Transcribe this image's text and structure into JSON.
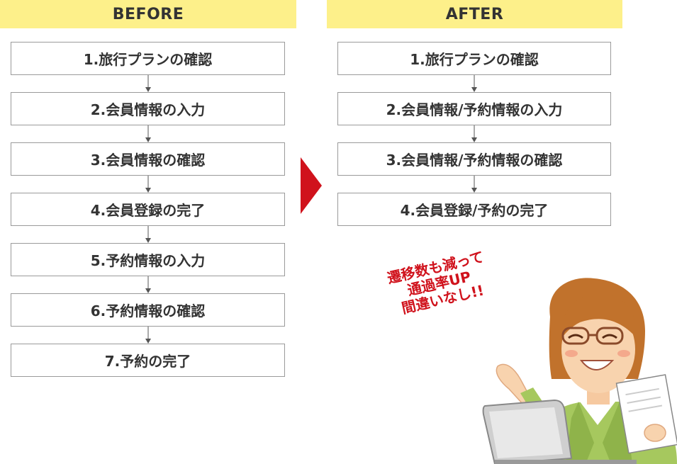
{
  "before": {
    "header": "BEFORE",
    "steps": [
      "1.旅行プランの確認",
      "2.会員情報の入力",
      "3.会員情報の確認",
      "4.会員登録の完了",
      "5.予約情報の入力",
      "6.予約情報の確認",
      "7.予約の完了"
    ]
  },
  "after": {
    "header": "AFTER",
    "steps": [
      "1.旅行プランの確認",
      "2.会員情報/予約情報の入力",
      "3.会員情報/予約情報の確認",
      "4.会員登録/予約の完了"
    ]
  },
  "callout": {
    "line1": "遷移数も減って",
    "line2": "通過率UP",
    "line3": "間違いなし!!"
  },
  "colors": {
    "header_bg": "#fdf08a",
    "arrow": "#d0121c",
    "callout_text": "#d0121c"
  }
}
